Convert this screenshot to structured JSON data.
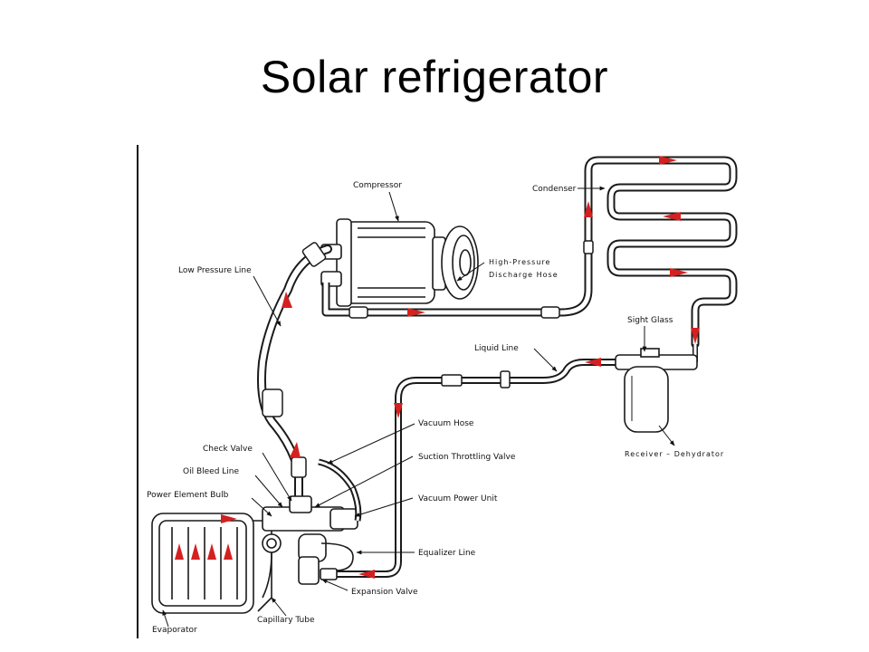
{
  "title": "Solar refrigerator",
  "colors": {
    "pipe": "#1a1a1a",
    "flow_arrow": "#d42020",
    "background": "#ffffff"
  },
  "labels": {
    "compressor": "Compressor",
    "condenser": "Condenser",
    "low_pressure_line": "Low Pressure Line",
    "high_pressure_line1": "High-Pressure",
    "high_pressure_line2": "Discharge Hose",
    "sight_glass": "Sight Glass",
    "liquid_line": "Liquid Line",
    "vacuum_hose": "Vacuum Hose",
    "suction_throttling_valve": "Suction Throttling Valve",
    "vacuum_power_unit": "Vacuum Power Unit",
    "check_valve": "Check Valve",
    "oil_bleed_line": "Oil Bleed Line",
    "power_element_bulb": "Power Element Bulb",
    "equalizer_line": "Equalizer Line",
    "expansion_valve": "Expansion Valve",
    "capillary_tube": "Capillary Tube",
    "evaporator": "Evaporator",
    "receiver_dehydrator": "Receiver – Dehydrator"
  }
}
